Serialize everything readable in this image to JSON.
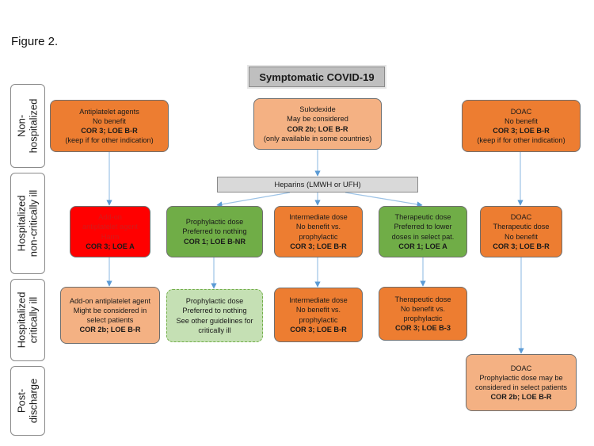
{
  "figure_label": "Figure 2.",
  "title": "Symptomatic COVID-19",
  "heparins": "Heparins (LMWH or UFH)",
  "row_labels": {
    "non_hospitalized": [
      "Non-",
      "hospitalized"
    ],
    "non_critical": [
      "Hospitalized",
      "non-critically ill"
    ],
    "critical": [
      "Hospitalized",
      "critically ill"
    ],
    "post_discharge": [
      "Post-",
      "discharge"
    ]
  },
  "boxes": {
    "nh_antiplatelet": [
      "Antiplatelet agents",
      "No benefit",
      "COR 3; LOE B-R",
      "(keep if for other indication)"
    ],
    "nh_sulodexide": [
      "Sulodexide",
      "May be considered",
      "COR 2b; LOE B-R",
      "(only available in some countries)"
    ],
    "nh_doac": [
      "DOAC",
      "No benefit",
      "COR 3; LOE B-R",
      "(keep if for other indication)"
    ],
    "nc_antiplatelet": [
      "Add-on",
      "antiplatelet agent",
      "Harm",
      "COR 3; LOE A"
    ],
    "nc_prophylactic": [
      "Prophylactic dose",
      "Preferred to nothing",
      "COR 1; LOE B-NR"
    ],
    "nc_intermediate": [
      "Intermediate dose",
      "No benefit vs.",
      "prophylactic",
      "COR 3; LOE B-R"
    ],
    "nc_therapeutic": [
      "Therapeutic dose",
      "Preferred to lower",
      "doses in select pat.",
      "COR 1; LOE A"
    ],
    "nc_doac": [
      "DOAC",
      "Therapeutic dose",
      "No benefit",
      "COR 3; LOE B-R"
    ],
    "c_antiplatelet": [
      "Add-on antiplatelet agent",
      "Might be considered in",
      "select patients",
      "COR 2b; LOE B-R"
    ],
    "c_prophylactic": [
      "Prophylactic dose",
      "Preferred to nothing",
      "See other guidelines for",
      "critically ill"
    ],
    "c_intermediate": [
      "Intermediate dose",
      "No benefit vs.",
      "prophylactic",
      "COR 3; LOE B-R"
    ],
    "c_therapeutic": [
      "Therapeutic dose",
      "No benefit vs.",
      "prophylactic",
      "COR 3; LOE B-3"
    ],
    "pd_doac": [
      "DOAC",
      "Prophylactic dose may be",
      "considered in select patients",
      "COR 2b; LOE B-R"
    ]
  },
  "colors": {
    "strong_orange": "#ed7d31",
    "light_orange": "#f4b183",
    "green": "#70ad47",
    "light_green": "#c5e0b4",
    "red": "#ff0000",
    "arrow": "#9dc3e6"
  }
}
